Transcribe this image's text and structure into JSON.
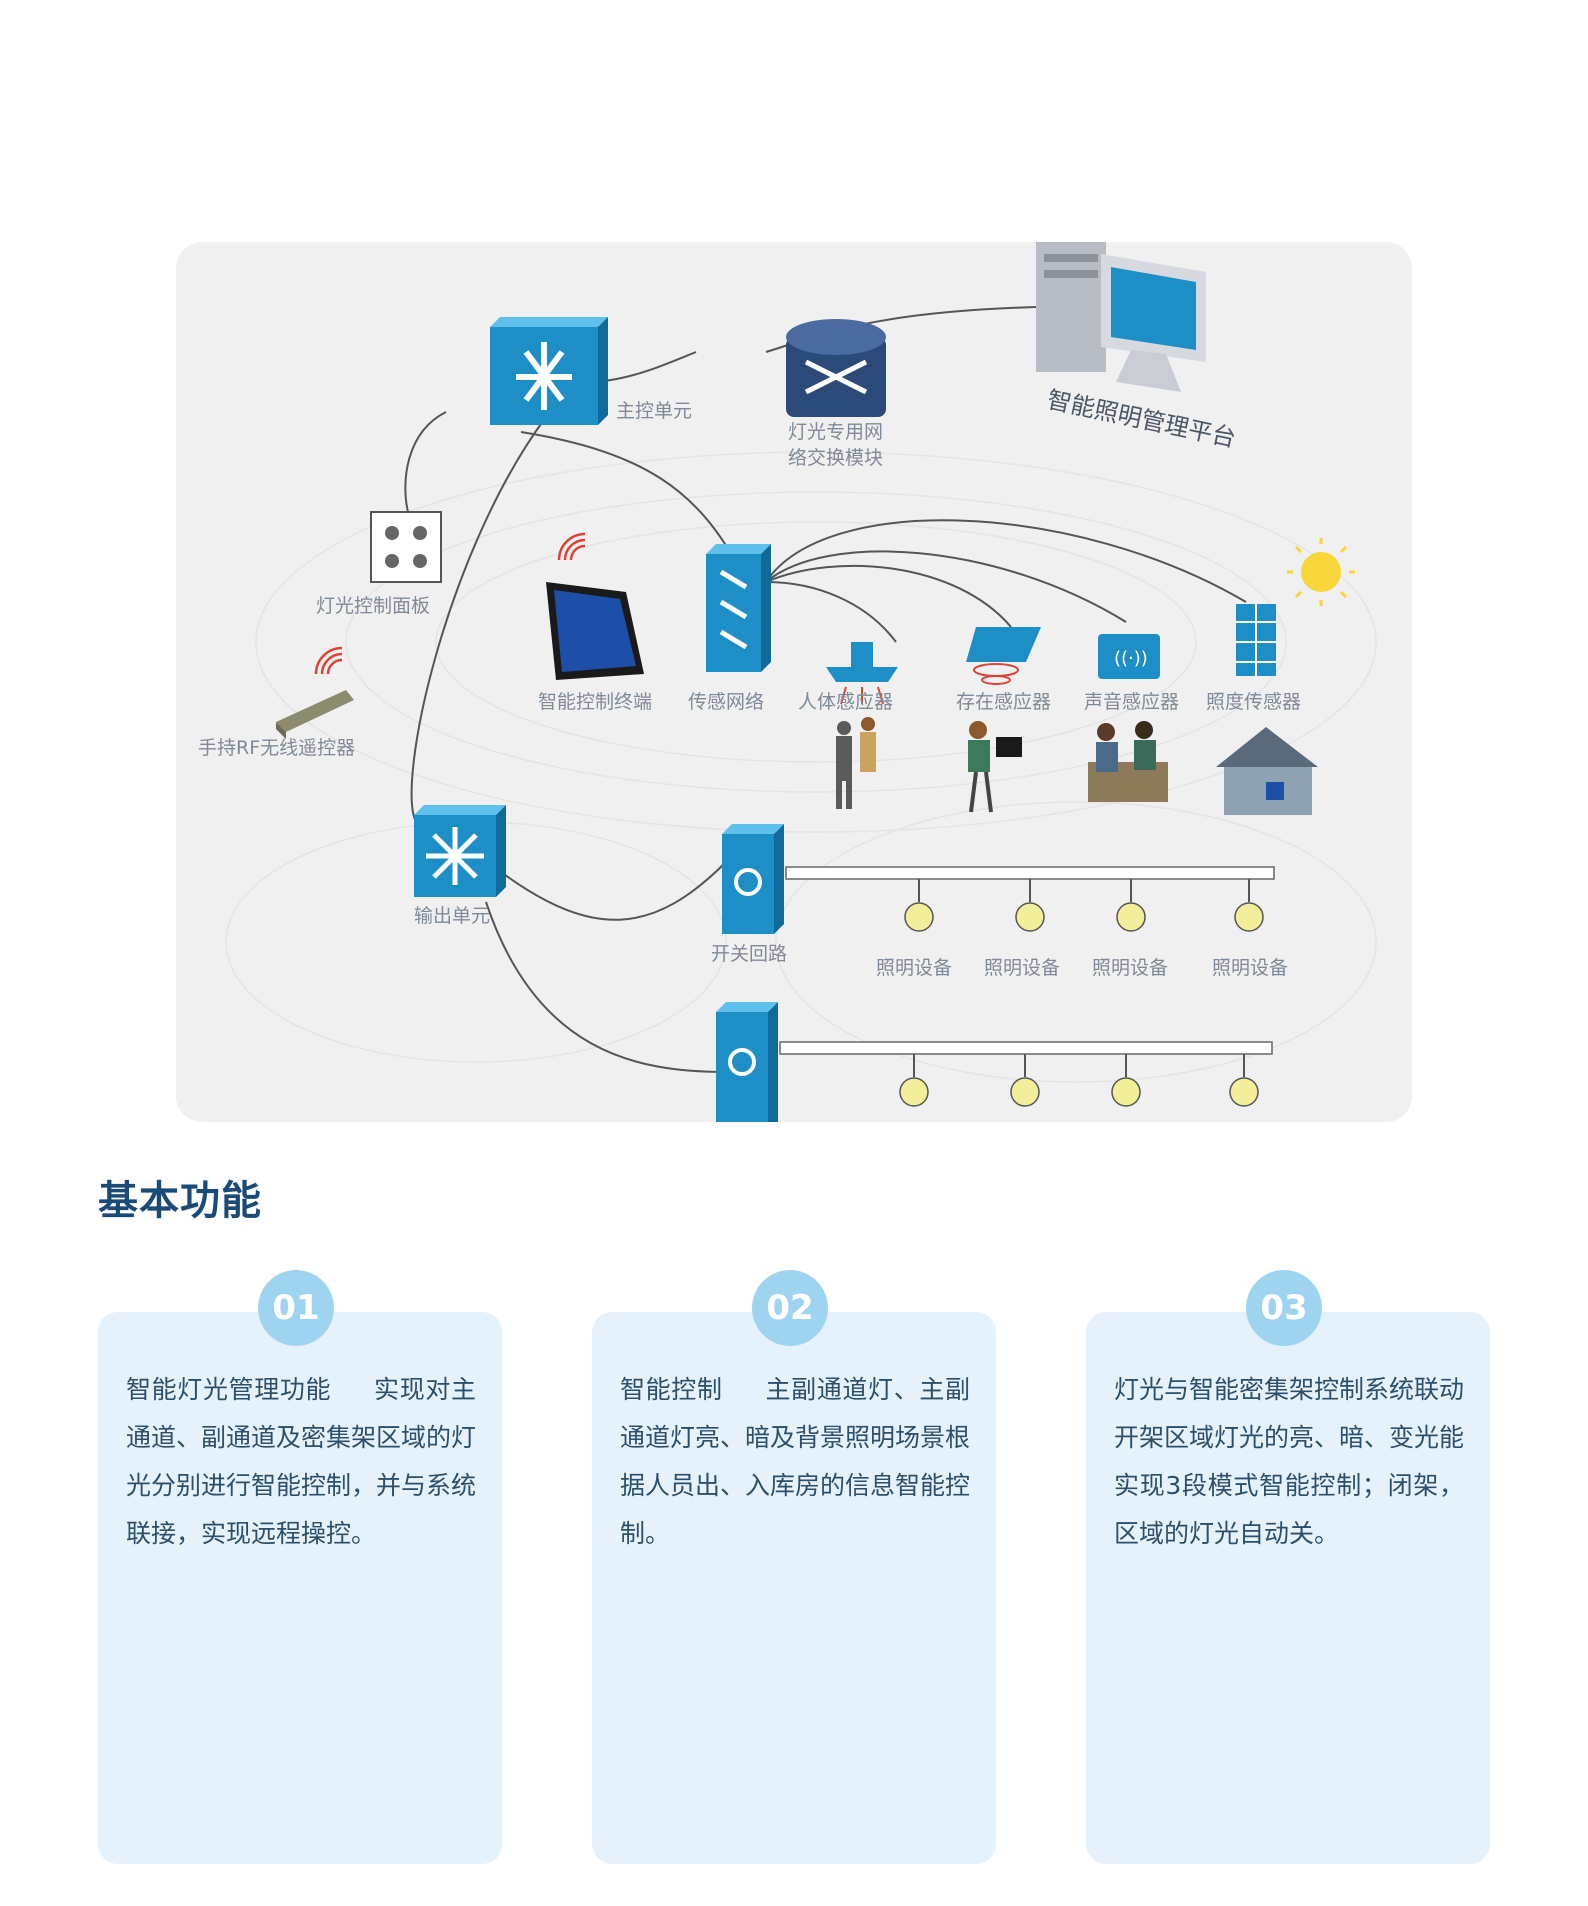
{
  "diagram": {
    "labels": {
      "platform": "智能照明管理平台",
      "main_unit": "主控单元",
      "switch_module": [
        "灯光专用网",
        "络交换模块"
      ],
      "control_panel": "灯光控制面板",
      "remote": "手持RF无线遥控器",
      "terminal": "智能控制终端",
      "sensor_network": "传感网络",
      "body_sensor": "人体感应器",
      "presence_sensor": "存在感应器",
      "sound_sensor": "声音感应器",
      "light_sensor": "照度传感器",
      "output_unit": "输出单元",
      "switch_loop": "开关回路",
      "lighting_device": "照明设备"
    }
  },
  "section": {
    "title": "基本功能"
  },
  "features": [
    {
      "number": "01",
      "text": "智能灯光管理功能　  实现对主通道、副通道及密集架区域的灯光分别进行智能控制，并与系统联接，实现远程操控。"
    },
    {
      "number": "02",
      "text": "智能控制　  主副通道灯、主副通道灯亮、暗及背景照明场景根据人员出、入库房的信息智能控制。"
    },
    {
      "number": "03",
      "text": "灯光与智能密集架控制系统联动　  开架区域灯光的亮、暗、变光能实现3段模式智能控制；闭架，区域的灯光自动关。"
    }
  ],
  "colors": {
    "title": "#1a4b78",
    "card_bg": "#e6f2fb",
    "badge_bg": "#9fd4f1",
    "device_blue": "#1e8fc6",
    "body_text": "#2c4f6b"
  },
  "icons": [
    "main-unit-icon",
    "switch-module-icon",
    "computer-icon",
    "control-panel-icon",
    "remote-icon",
    "tablet-icon",
    "sensor-network-icon",
    "body-sensor-icon",
    "presence-sensor-icon",
    "sound-sensor-icon",
    "light-sensor-icon",
    "sun-icon",
    "output-unit-icon",
    "switch-loop-icon",
    "bulb-icon",
    "wifi-signal-icon"
  ]
}
